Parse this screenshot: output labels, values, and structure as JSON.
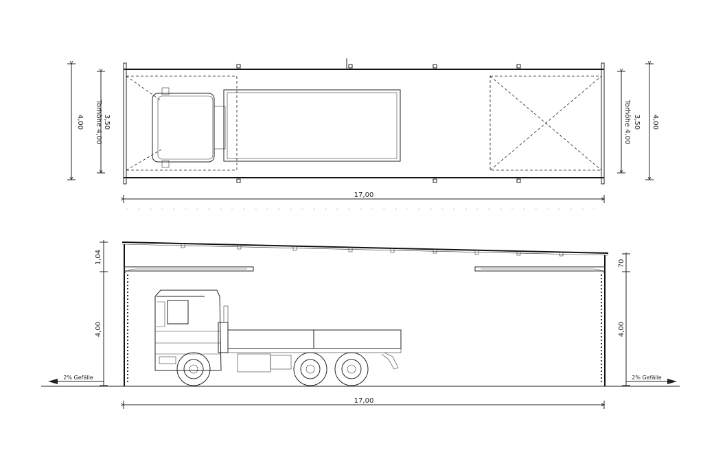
{
  "plan": {
    "width_label": "17,00",
    "left_depth_label": "4,00",
    "left_inner_label": "3,50",
    "left_door_label": "Torhöhe 4,00",
    "right_depth_label": "4,00",
    "right_inner_label": "3,50",
    "right_door_label": "Torhöhe 4,00"
  },
  "elevation": {
    "width_label": "17,00",
    "left_roof_label": "1,04",
    "left_height_label": "4,00",
    "right_roof_label": "70",
    "right_height_label": "4,00",
    "left_slope_label": "2% Gefälle",
    "right_slope_label": "2% Gefälle"
  }
}
